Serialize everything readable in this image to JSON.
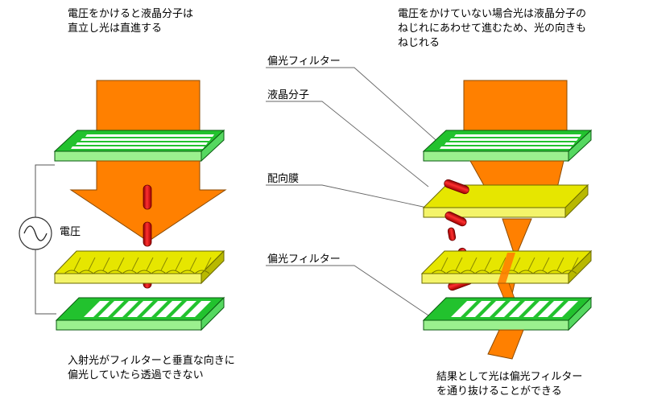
{
  "left": {
    "caption_top": [
      "電圧をかけると液晶分子は",
      "直立し光は直進する"
    ],
    "voltage_label": "電圧",
    "caption_bottom": [
      "入射光がフィルターと垂直な向きに",
      "偏光していたら透過できない"
    ]
  },
  "right": {
    "caption_top": [
      "電圧をかけていない場合光は液晶分子の",
      "ねじれにあわせて進むため、光の向きも",
      "ねじれる"
    ],
    "labels": {
      "polarizer_top": "偏光フィルター",
      "lc_molecule": "液晶分子",
      "alignment_film": "配向膜",
      "polarizer_bottom": "偏光フィルター"
    },
    "caption_bottom": [
      "結果として光は偏光フィルター",
      "を通り抜けることができる"
    ]
  },
  "colors": {
    "light": "#ff8000",
    "filter_green": "#22c22e",
    "filter_light": "#9bf08e",
    "film_yellow": "#e6e600",
    "lc_red": "#e61414"
  }
}
